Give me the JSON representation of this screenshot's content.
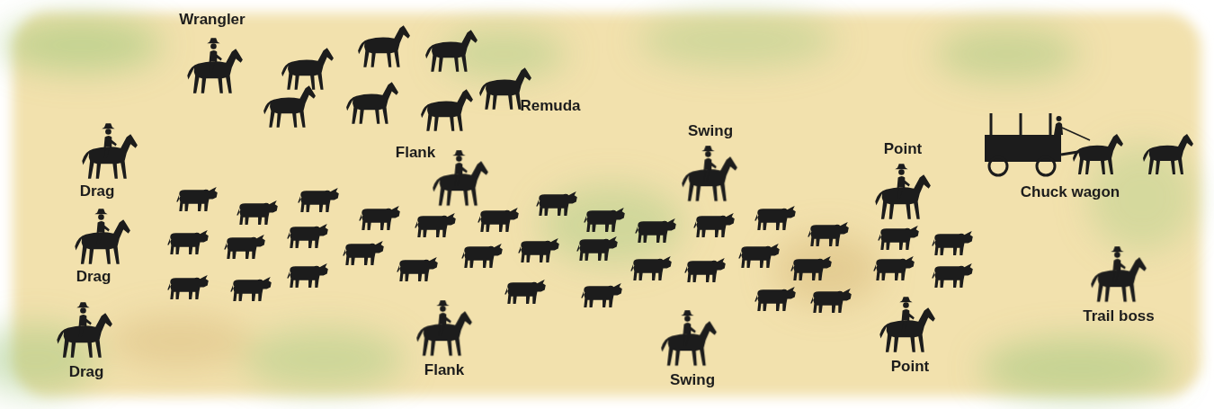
{
  "diagram": {
    "labels": [
      "Wrangler",
      "Remuda",
      "Flank",
      "Swing",
      "Point",
      "Chuck wagon",
      "Drag",
      "Drag",
      "Drag",
      "Flank",
      "Swing",
      "Point",
      "Trail boss"
    ]
  }
}
